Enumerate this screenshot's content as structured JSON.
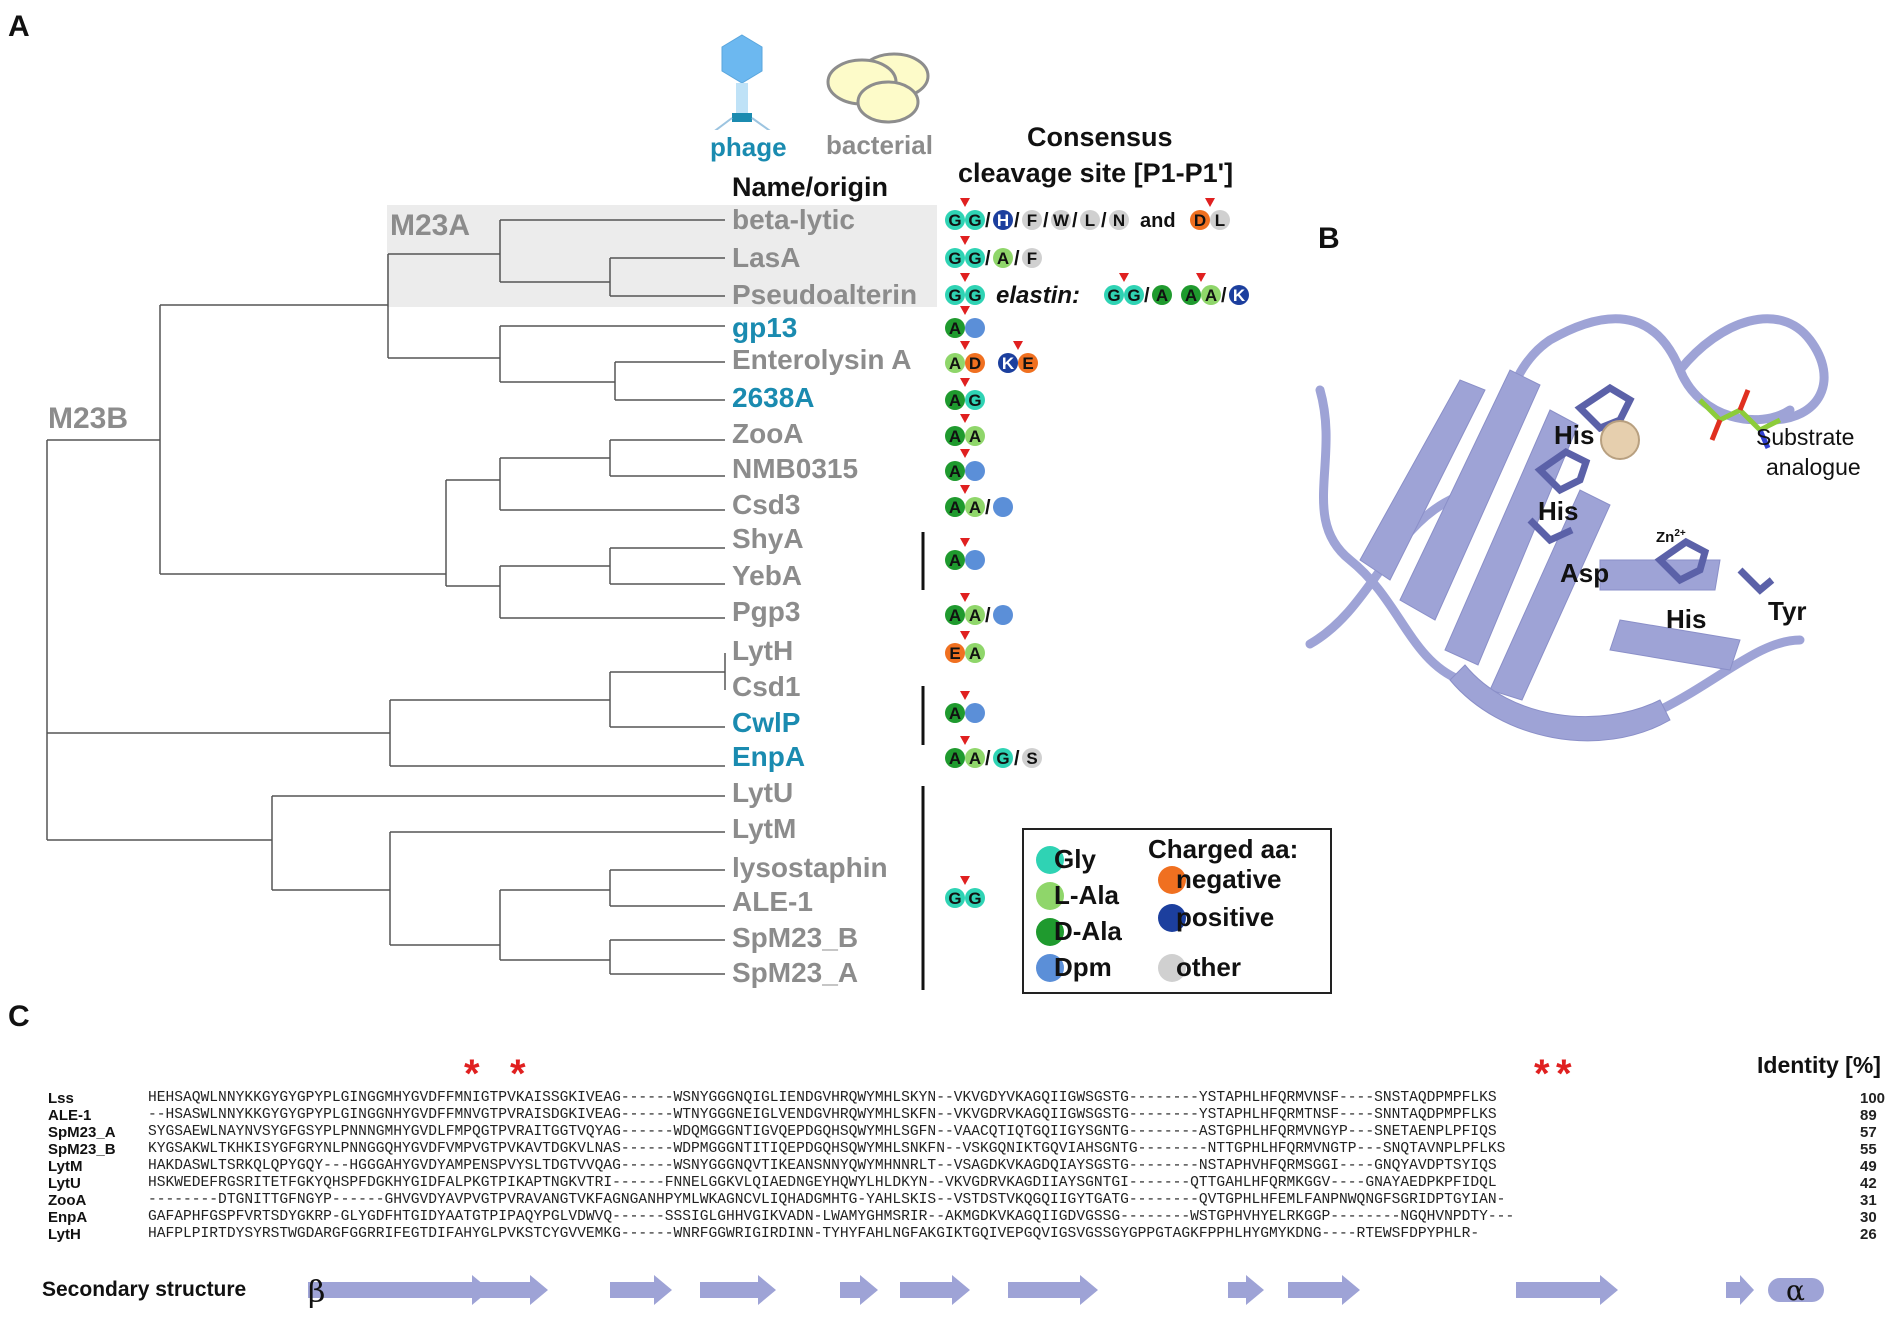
{
  "panel_labels": {
    "a": "A",
    "b": "B",
    "c": "C"
  },
  "icons": {
    "phage_label": "phage",
    "bacterial_label": "bacterial"
  },
  "headers": {
    "name_origin": "Name/origin",
    "consensus_line1": "Consensus",
    "consensus_line2": "cleavage site [P1-P1']"
  },
  "clades": {
    "m23a": "M23A",
    "m23b": "M23B"
  },
  "leaves": [
    {
      "name": "beta-lytic",
      "origin": "bacterial"
    },
    {
      "name": "LasA",
      "origin": "bacterial"
    },
    {
      "name": "Pseudoalterin",
      "origin": "bacterial"
    },
    {
      "name": "gp13",
      "origin": "phage"
    },
    {
      "name": "Enterolysin A",
      "origin": "bacterial"
    },
    {
      "name": "2638A",
      "origin": "phage"
    },
    {
      "name": "ZooA",
      "origin": "bacterial"
    },
    {
      "name": "NMB0315",
      "origin": "bacterial"
    },
    {
      "name": "Csd3",
      "origin": "bacterial"
    },
    {
      "name": "ShyA",
      "origin": "bacterial"
    },
    {
      "name": "YebA",
      "origin": "bacterial"
    },
    {
      "name": "Pgp3",
      "origin": "bacterial"
    },
    {
      "name": "LytH",
      "origin": "bacterial"
    },
    {
      "name": "Csd1",
      "origin": "bacterial"
    },
    {
      "name": "CwlP",
      "origin": "phage"
    },
    {
      "name": "EnpA",
      "origin": "phage"
    },
    {
      "name": "LytU",
      "origin": "bacterial"
    },
    {
      "name": "LytM",
      "origin": "bacterial"
    },
    {
      "name": "lysostaphin",
      "origin": "bacterial"
    },
    {
      "name": "ALE-1",
      "origin": "bacterial"
    },
    {
      "name": "SpM23_B",
      "origin": "bacterial"
    },
    {
      "name": "SpM23_A",
      "origin": "bacterial"
    }
  ],
  "cleavage_text": {
    "and": "and",
    "elastin": "elastin:",
    "slash": "/"
  },
  "residue_colors": {
    "Gly": "#2fd3b4",
    "L-Ala": "#8fd66a",
    "D-Ala": "#1f9a2e",
    "Dpm": "#5b8fd8",
    "negative": "#f07020",
    "positive": "#1c3f9e",
    "other": "#d0d0d0",
    "arrow": "#e02020"
  },
  "legend": {
    "gly": "Gly",
    "lala": "L-Ala",
    "dala": "D-Ala",
    "dpm": "Dpm",
    "charged": "Charged aa:",
    "negative": "negative",
    "positive": "positive",
    "other": "other"
  },
  "structure": {
    "his1": "His",
    "his2": "His",
    "asp": "Asp",
    "his3": "His",
    "tyr": "Tyr",
    "zn": "Zn",
    "zn_sup": "2+",
    "substrate1": "Substrate",
    "substrate2": "analogue",
    "ribbon_color": "#9ea3d6"
  },
  "alignment": {
    "identity_header": "Identity [%]",
    "rows": [
      {
        "name": "Lss",
        "seq": "HEHSAQWLNNYKKGYGYGPYPLGINGGMHYGVDFFMNIGTPVKAISSGKIVEAG------WSNYGGGNQIGLIENDGVHRQWYMHLSKYN--VKVGDYVKAGQIIGWSGSTG--------YSTAPHLHFQRMVNSF----SNSTAQDPMPFLKS",
        "id": "100"
      },
      {
        "name": "ALE-1",
        "seq": "--HSASWLNNYKKGYGYGPYPLGINGGNHYGVDFFMNVGTPVRAISDGKIVEAG------WTNYGGGNEIGLVENDGVHRQWYMHLSKFN--VKVGDRVKAGQIIGWSGSTG--------YSTAPHLHFQRMTNSF----SNNTAQDPMPFLKS",
        "id": "89"
      },
      {
        "name": "SpM23_A",
        "seq": "SYGSAEWLNAYNVSYGFGSYPLPNNNGMHYGVDLFMPQGTPVRAITGGTVQYAG------WDQMGGGNTIGVQEPDGQHSQWYMHLSGFN--VAACQTIQTGQIIGYSGNTG--------ASTGPHLHFQRMVNGYP---SNETAENPLPFIQS",
        "id": "57"
      },
      {
        "name": "SpM23_B",
        "seq": "KYGSAKWLTKHKISYGFGRYNLPNNGGQHYGVDFVMPVGTPVKAVTDGKVLNAS------WDPMGGGNTITIQEPDGQHSQWYMHLSNKFN--VSKGQNIKTGQVIAHSGNTG--------NTTGPHLHFQRMVNGTP---SNQTAVNPLPFLKS",
        "id": "55"
      },
      {
        "name": "LytM",
        "seq": "HAKDASWLTSRKQLQPYGQY---HGGGAHYGVDYAMPENSPVYSLTDGTVVQAG------WSNYGGGNQVTIKEANSNNYQWYMHNNRLT--VSAGDKVKAGDQIAYSGSTG--------NSTAPHVHFQRMSGGI----GNQYAVDPTSYIQS",
        "id": "49"
      },
      {
        "name": "LytU",
        "seq": "HSKWEDEFRGSRITETFGKYQHSPFDGKHYGIDFALPKGTPIKAPTNGKVTRI------FNNELGGKVLQIAEDNGEYHQWYLHLDKYN--VKVGDRVKAGDIIAYSGNTGI-------QTTGAHLHFQRMKGGV----GNAYAEDPKPFIDQL",
        "id": "42"
      },
      {
        "name": "ZooA",
        "seq": "--------DTGNITTGFNGYP------GHVGVDYAVPVGTPVRAVANGTVKFAGNGANHPYMLWKAGNCVLIQHADGMHTG-YAHLSKIS--VSTDSTVKQGQIIGYTGATG--------QVTGPHLHFEMLFANPNWQNGFSGRIDPTGYIAN-",
        "id": "31"
      },
      {
        "name": "EnpA",
        "seq": "GAFAPHFGSPFVRTSDYGKRP-GLYGDFHTGIDYAATGTPIPAQYPGLVDWVQ------SSSIGLGHHVGIKVADN-LWAMYGHMSRIR--AKMGDKVKAGQIIGDVGSSG--------WSTGPHVHYELRKGGP--------NGQHVNPDTY---",
        "id": "30"
      },
      {
        "name": "LytH",
        "seq": "HAFPLPIRTDYSYRSTWGDARGFGGRRIFEGTDIFAHYGLPVKSTCYGVVEMKG------WNRFGGWRIGIRDINN-TYHYFAHLNGFAKGIKTGQIVEPGQVIGSVGSSGYGPPGTAGKFPPHLHYGMYKDNG----RTEWSFDPYPHLR-",
        "id": "26"
      }
    ],
    "secondary_structure_label": "Secondary structure",
    "beta_symbol": "β",
    "alpha_symbol": "α",
    "star": "*"
  }
}
